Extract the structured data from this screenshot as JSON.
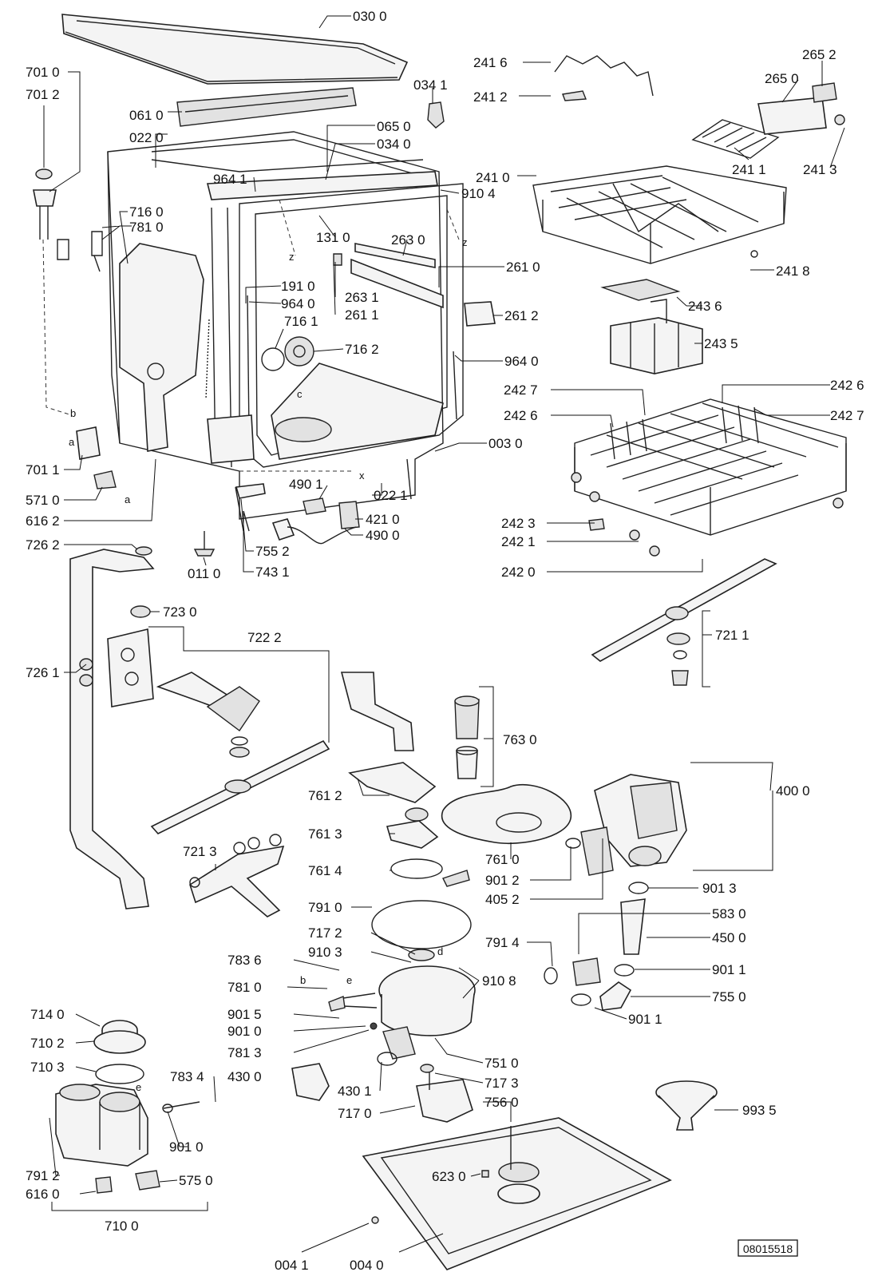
{
  "drawing_number": "08015518",
  "letters": [
    "a",
    "b",
    "a",
    "c",
    "x",
    "z",
    "z",
    "b",
    "e",
    "d",
    "e"
  ],
  "labels": [
    "030 0",
    "034 1",
    "241 6",
    "241 2",
    "265 2",
    "265 0",
    "241 1",
    "241 3",
    "701 0",
    "701 2",
    "061 0",
    "022 0",
    "065 0",
    "034 0",
    "964 1",
    "241 0",
    "910 4",
    "716 0",
    "781 0",
    "131 0",
    "263 0",
    "261 0",
    "191 0",
    "964 0",
    "263 1",
    "261 1",
    "261 2",
    "716 1",
    "716 2",
    "964 0",
    "003 0",
    "241 8",
    "243 6",
    "243 5",
    "242 7",
    "242 6",
    "242 6",
    "242 7",
    "701 1",
    "571 0",
    "616 2",
    "490 1",
    "421 0",
    "490 0",
    "022 1",
    "726 2",
    "755 2",
    "743 1",
    "011 0",
    "242 3",
    "242 1",
    "242 0",
    "723 0",
    "722 2",
    "721 1",
    "726 1",
    "763 0",
    "761 2",
    "400 0",
    "761 3",
    "761 0",
    "721 3",
    "761 4",
    "901 2",
    "405 2",
    "901 3",
    "791 0",
    "583 0",
    "450 0",
    "717 2",
    "910 3",
    "791 4",
    "910 8",
    "901 1",
    "783 6",
    "781 0",
    "755 0",
    "714 0",
    "901 5",
    "901 0",
    "901 1",
    "710 2",
    "781 3",
    "751 0",
    "710 3",
    "783 4",
    "430 0",
    "717 3",
    "430 1",
    "756 0",
    "717 0",
    "993 5",
    "901 0",
    "791 2",
    "623 0",
    "575 0",
    "616 0",
    "710 0",
    "004 1",
    "004 0"
  ]
}
